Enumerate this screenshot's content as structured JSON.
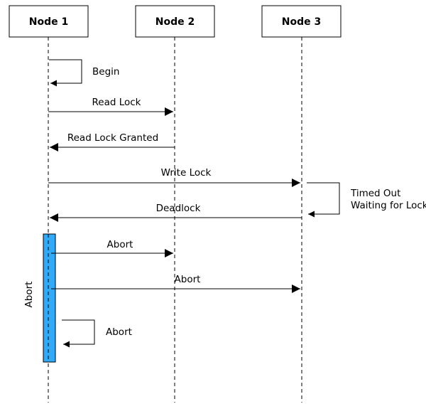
{
  "nodes": [
    {
      "id": "node-1",
      "label": "Node 1"
    },
    {
      "id": "node-2",
      "label": "Node 2"
    },
    {
      "id": "node-3",
      "label": "Node 3"
    }
  ],
  "messages": {
    "begin": "Begin",
    "read_lock": "Read Lock",
    "read_lock_granted": "Read Lock Granted",
    "write_lock": "Write Lock",
    "timed_out_line1": "Timed Out",
    "timed_out_line2": "Waiting for Lock",
    "deadlock": "Deadlock",
    "abort_to_node2": "Abort",
    "abort_to_node3": "Abort",
    "abort_self": "Abort"
  },
  "activation": {
    "label": "Abort",
    "color": "#33aaf7"
  }
}
